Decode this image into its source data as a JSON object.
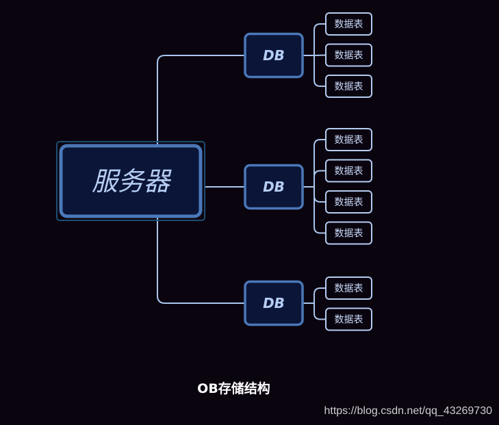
{
  "root": {
    "label": "服务器"
  },
  "databases": [
    {
      "label": "DB",
      "tables": [
        "数据表",
        "数据表",
        "数据表"
      ]
    },
    {
      "label": "DB",
      "tables": [
        "数据表",
        "数据表",
        "数据表",
        "数据表"
      ]
    },
    {
      "label": "DB",
      "tables": [
        "数据表",
        "数据表"
      ]
    }
  ],
  "caption": "OB存储结构",
  "watermark": "https://blog.csdn.net/qq_43269730",
  "colors": {
    "background": "#0a040f",
    "node_fill": "#0b1538",
    "node_border": "#4a78b8",
    "leaf_border": "#b4cdf2",
    "line": "#aac6ee",
    "text": "#b6cdf4"
  }
}
